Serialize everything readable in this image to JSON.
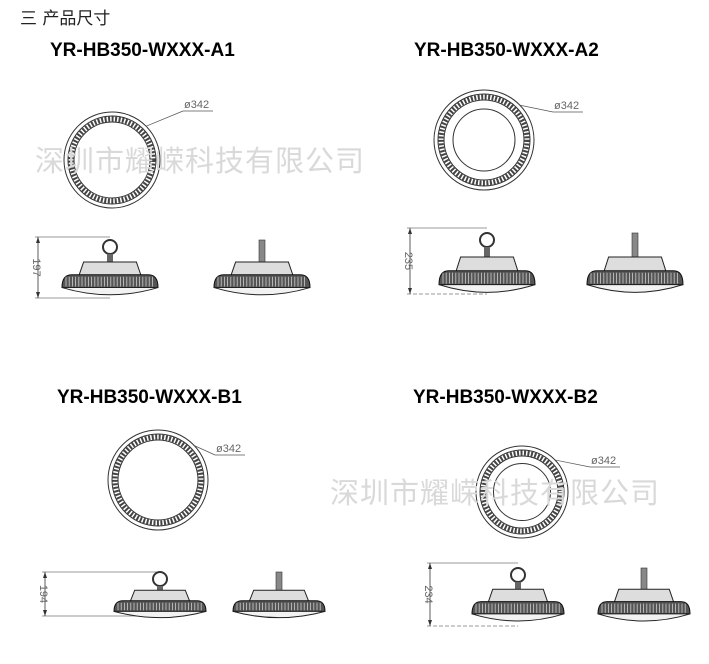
{
  "section_title": "三  产品尺寸",
  "watermark": "深圳市耀嵘科技有限公司",
  "products": [
    {
      "model": "YR-HB350-WXXX-A1",
      "diameter_label": "ø342",
      "height_label": "197",
      "inner_lens": false,
      "style": "A"
    },
    {
      "model": "YR-HB350-WXXX-A2",
      "diameter_label": "ø342",
      "height_label": "235",
      "inner_lens": true,
      "style": "A"
    },
    {
      "model": "YR-HB350-WXXX-B1",
      "diameter_label": "ø342",
      "height_label": "194",
      "inner_lens": false,
      "style": "B"
    },
    {
      "model": "YR-HB350-WXXX-B2",
      "diameter_label": "ø342",
      "height_label": "234",
      "inner_lens": true,
      "style": "B"
    }
  ]
}
